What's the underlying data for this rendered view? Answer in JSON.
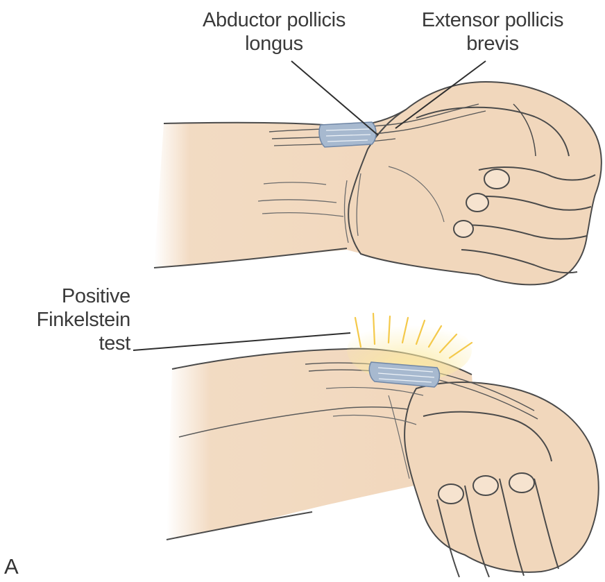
{
  "labels": {
    "apl": {
      "line1": "Abductor pollicis",
      "line2": "longus"
    },
    "epb": {
      "line1": "Extensor pollicis",
      "line2": "brevis"
    },
    "finkelstein": {
      "line1": "Positive",
      "line2": "Finkelstein",
      "line3": "test"
    },
    "panel": "A"
  },
  "colors": {
    "skin": "#f1d7bc",
    "skin_shadow": "#e2bd9c",
    "outline": "#4a4a4a",
    "tendon": "#a7b9cf",
    "tendon_dark": "#6f86a6",
    "pain_rays": "#f4c94a",
    "pain_glow": "#fbeaa0"
  }
}
